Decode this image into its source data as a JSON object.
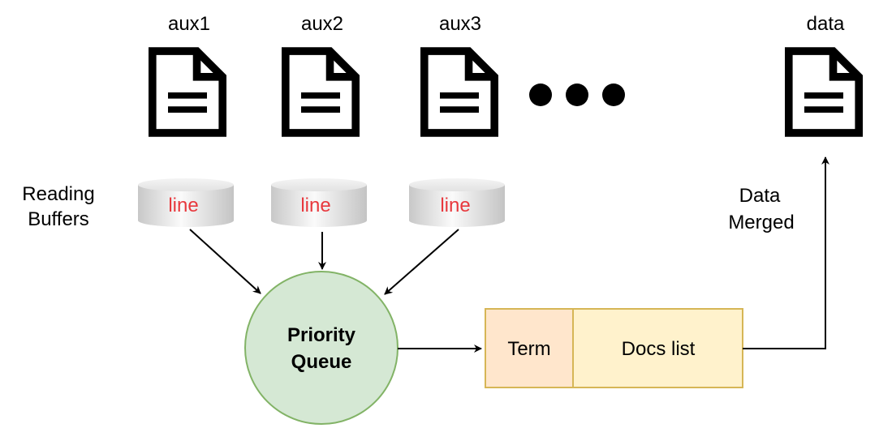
{
  "files": {
    "aux1": {
      "label": "aux1",
      "icon": "document-icon"
    },
    "aux2": {
      "label": "aux2",
      "icon": "document-icon"
    },
    "aux3": {
      "label": "aux3",
      "icon": "document-icon"
    },
    "data": {
      "label": "data",
      "icon": "document-icon"
    }
  },
  "ellipsis_icon": "ellipsis-icon",
  "buffers": {
    "label_line1": "Reading",
    "label_line2": "Buffers",
    "items": [
      {
        "label": "line"
      },
      {
        "label": "line"
      },
      {
        "label": "line"
      }
    ]
  },
  "queue": {
    "line1": "Priority",
    "line2": "Queue"
  },
  "record": {
    "term": "Term",
    "docs": "Docs list"
  },
  "merged": {
    "line1": "Data",
    "line2": "Merged"
  },
  "colors": {
    "buffer_text": "#e8383d",
    "queue_fill": "#d5e8d4",
    "queue_stroke": "#82b366",
    "term_fill": "#ffe6cc",
    "docs_fill": "#fff2cc",
    "record_stroke": "#d6b656"
  }
}
